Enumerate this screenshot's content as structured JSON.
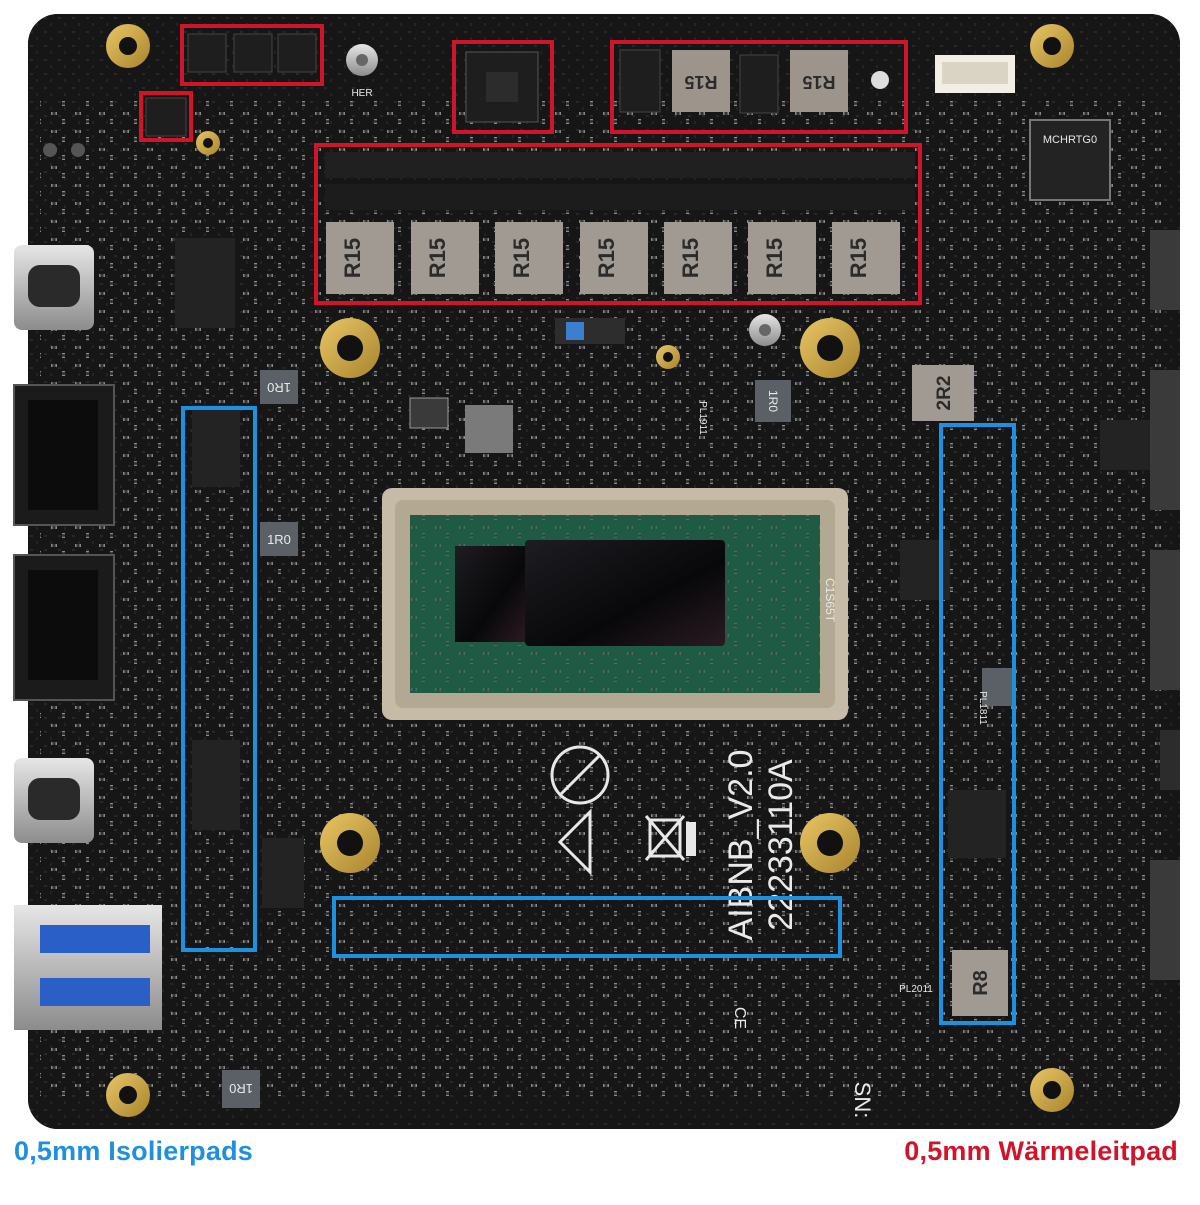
{
  "captions": {
    "insulation": "0,5mm Isolierpads",
    "thermal": "0,5mm Wärmeleitpad"
  },
  "colors": {
    "insulation": "#1f8fe0",
    "thermal": "#d2142a",
    "board": "#151515",
    "mount_hole": "#c9a64a",
    "cpu_die": "#0d0d0d",
    "cpu_substrate": "#1f5a44",
    "cpu_ihs_frame": "#b9ae99"
  },
  "board": {
    "model": "AIBNB_V2.0",
    "part_no": "22233110A",
    "sn_label": "SN:",
    "chip_marking": "MCHRTG0",
    "inductors": [
      "R15",
      "R15",
      "R15",
      "R15",
      "R15",
      "R15",
      "R15"
    ],
    "top_inductors": [
      "R15",
      "R15"
    ],
    "left_labels": [
      "1R0",
      "1R0",
      "1R0"
    ],
    "mid_label": "1R0",
    "right_inductor_top": "2R2",
    "right_inductor_bottom": "R8",
    "cpu_marking": "C1S65T",
    "ref_labels": [
      "HER",
      "PL1911",
      "PL2011",
      "PL1811",
      "CE"
    ]
  }
}
